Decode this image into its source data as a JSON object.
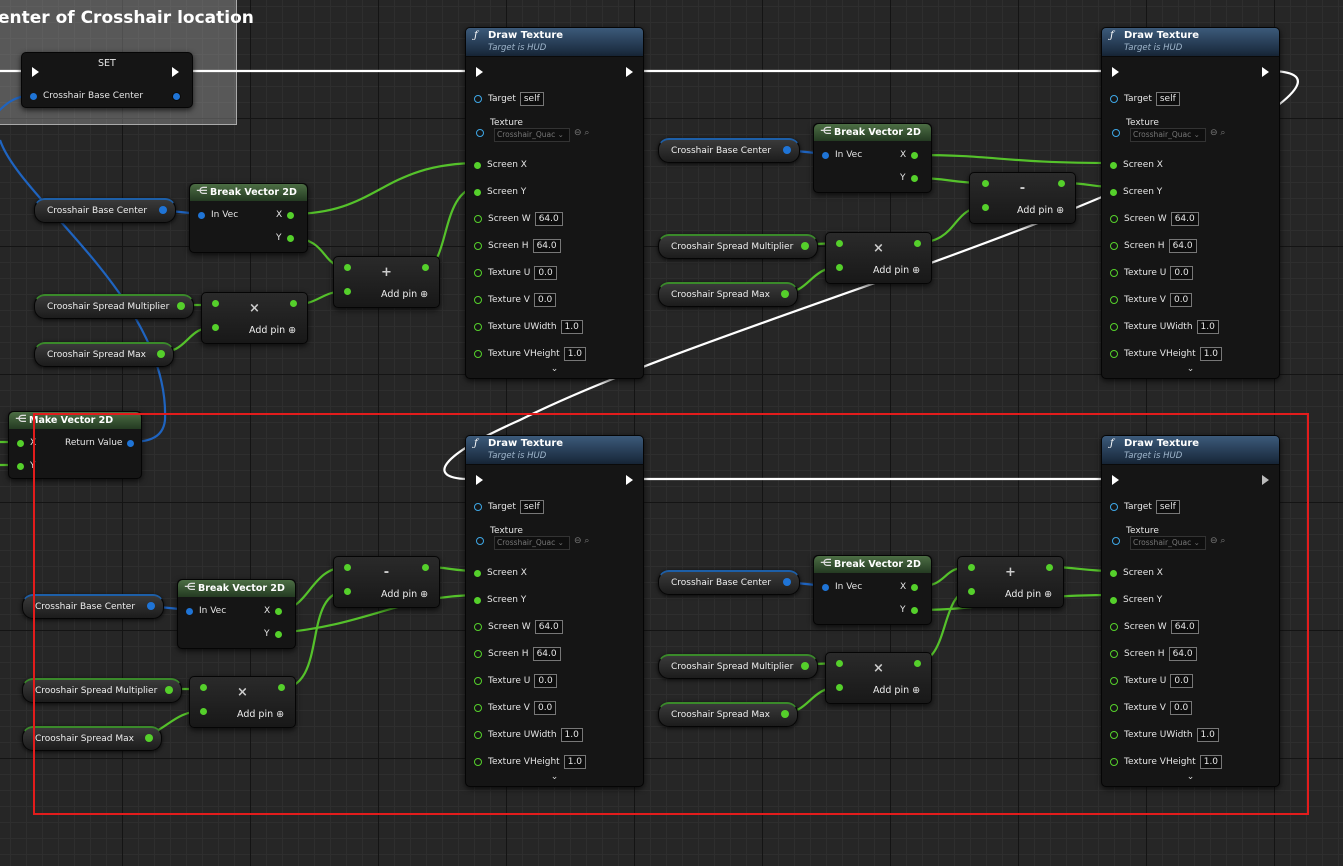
{
  "comment": {
    "title": "enter of Crosshair location"
  },
  "set_node": {
    "title": "SET",
    "pin_label": "Crosshair Base Center"
  },
  "draw_texture": {
    "title": "Draw Texture",
    "subtitle": "Target is HUD",
    "icon": "function-icon",
    "target_label": "Target",
    "target_value": "self",
    "texture_label": "Texture",
    "texture_value": "Crosshair_Quac",
    "params": [
      {
        "label": "Screen X",
        "value": ""
      },
      {
        "label": "Screen Y",
        "value": ""
      },
      {
        "label": "Screen W",
        "value": "64.0"
      },
      {
        "label": "Screen H",
        "value": "64.0"
      },
      {
        "label": "Texture U",
        "value": "0.0"
      },
      {
        "label": "Texture V",
        "value": "0.0"
      },
      {
        "label": "Texture UWidth",
        "value": "1.0"
      },
      {
        "label": "Texture VHeight",
        "value": "1.0"
      }
    ]
  },
  "break_vector": {
    "title": "Break Vector 2D",
    "in": "In Vec",
    "x": "X",
    "y": "Y"
  },
  "make_vector": {
    "title": "Make Vector 2D",
    "x": "X",
    "y": "Y",
    "out": "Return Value"
  },
  "variables": {
    "base_center": "Crosshair Base Center",
    "spread_multiplier": "Crooshair Spread Multiplier",
    "spread_max": "Crooshair Spread Max"
  },
  "ops": {
    "add": "+",
    "multiply": "×",
    "subtract": "-",
    "add_pin": "Add pin",
    "add_pin_icon": "⊕"
  },
  "colors": {
    "float_pin": "#55d02b",
    "vector_pin": "#1f74d6",
    "exec_wire": "#ffffff",
    "highlight": "#e21c1c",
    "function_header": "#3c5a7a"
  }
}
